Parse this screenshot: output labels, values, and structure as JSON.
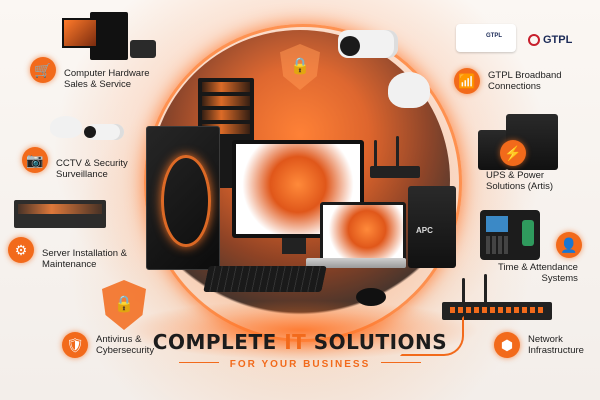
{
  "headline": {
    "main_before": "COMPLETE ",
    "main_accent": "IT",
    "main_after": " SOLUTIONS",
    "sub": "FOR YOUR BUSINESS"
  },
  "features_left": [
    {
      "label_line1": "Computer Hardware",
      "label_line2": "Sales & Service",
      "icon": "shopping-cart-icon"
    },
    {
      "label_line1": "CCTV & Security",
      "label_line2": "Surveillance",
      "icon": "cctv-camera-icon"
    },
    {
      "label_line1": "Server Installation &",
      "label_line2": "Maintenance",
      "icon": "server-gear-icon"
    },
    {
      "label_line1": "Antivirus &",
      "label_line2": "Cybersecurity",
      "icon": "shield-lock-icon"
    }
  ],
  "features_right": [
    {
      "label_line1": "GTPL Broadband",
      "label_line2": "Connections",
      "icon": "wifi-icon"
    },
    {
      "label_line1": "UPS & Power",
      "label_line2": "Solutions (Artis)",
      "icon": "power-bolt-icon"
    },
    {
      "label_line1": "Time & Attendance",
      "label_line2": "Systems",
      "icon": "person-clock-icon"
    },
    {
      "label_line1": "Network",
      "label_line2": "Infrastructure",
      "icon": "network-nodes-icon"
    }
  ],
  "brand": {
    "gtpl_name": "GTPL",
    "gtpl_box_text": "GTPL"
  },
  "ups_label": "APC",
  "colors": {
    "accent": "#f26a1b",
    "text": "#1e1e1e"
  }
}
